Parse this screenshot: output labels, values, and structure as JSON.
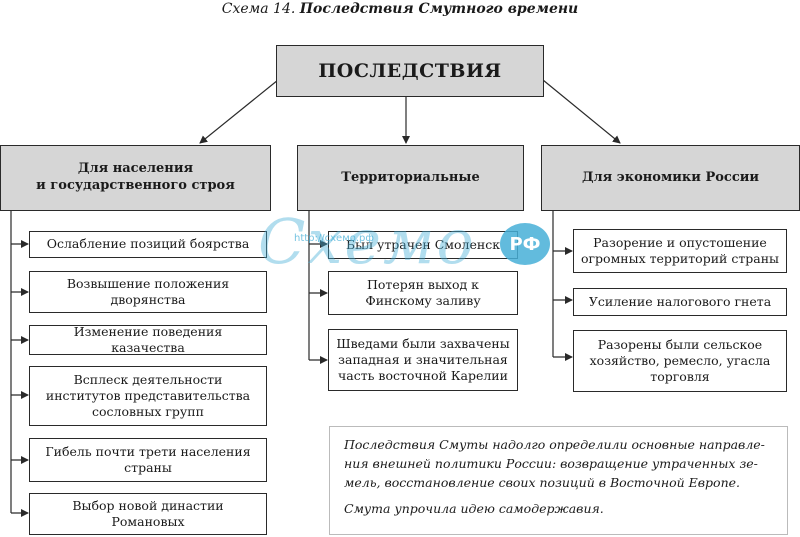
{
  "caption": {
    "prefix": "Схема 14.",
    "title": "Последствия Смутного времени"
  },
  "root": "ПОСЛЕДСТВИЯ",
  "columns": [
    {
      "header": "Для населения\nи государственного строя",
      "items": [
        "Ослабление позиций боярства",
        "Возвышение положения\nдворянства",
        "Изменение поведения казачества",
        "Всплеск деятельности\nинститутов представительства\nсословных групп",
        "Гибель почти трети населения\nстраны",
        "Выбор новой династии\nРомановых"
      ]
    },
    {
      "header": "Территориальные",
      "items": [
        "Был утрачен Смоленск",
        "Потерян выход к\nФинскому заливу",
        "Шведами были захвачены\nзападная и значительная\nчасть восточной Карелии"
      ]
    },
    {
      "header": "Для экономики России",
      "items": [
        "Разорение и опустошение\nогромных территорий страны",
        "Усиление налогового гнета",
        "Разорены были сельское\nхозяйство, ремесло, угасла\nторговля"
      ]
    }
  ],
  "note": [
    "Последствия Смуты надолго определили основные направле-ния внешней политики России: возвращение утраченных зе-мель, восстановление своих позиций в Восточной Европе.",
    "Смута упрочила идею самодержавия."
  ],
  "watermark": {
    "text": "Схемо",
    "badge": "РФ",
    "url": "http://схемо.рф"
  }
}
